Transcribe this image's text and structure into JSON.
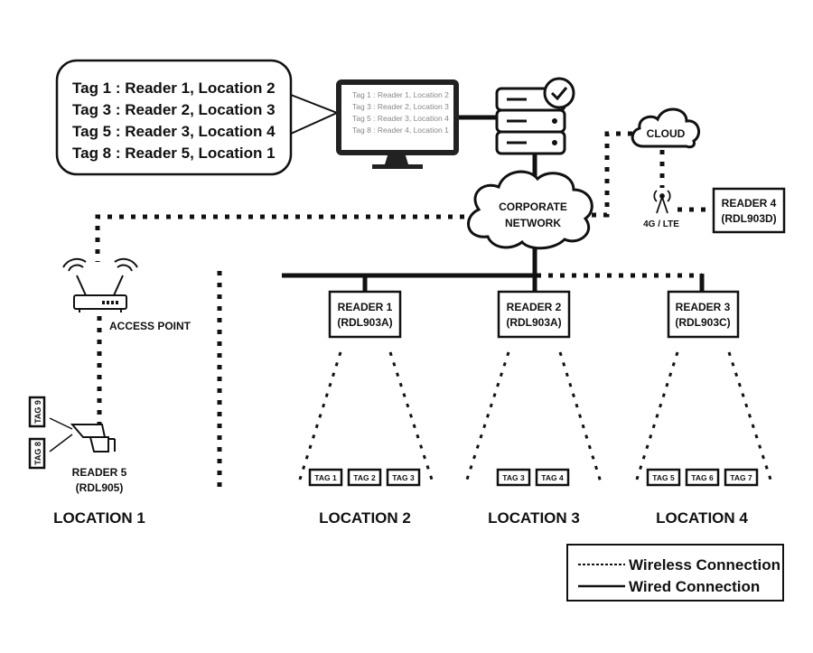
{
  "callout": {
    "lines": [
      "Tag 1 : Reader 1, Location 2",
      "Tag 3 : Reader 2, Location 3",
      "Tag 5 : Reader 3, Location 4",
      "Tag 8 : Reader 5, Location 1"
    ]
  },
  "monitor": {
    "lines": [
      "Tag 1 : Reader 1, Location 2",
      "Tag 3 : Reader 2, Location 3",
      "Tag 5 : Reader 3, Location 4",
      "Tag 8 : Reader 4, Location 1"
    ]
  },
  "corporate_network": {
    "line1": "CORPORATE",
    "line2": "NETWORK"
  },
  "cloud": {
    "label": "CLOUD"
  },
  "cellular": {
    "label": "4G / LTE"
  },
  "access_point": {
    "label": "ACCESS POINT"
  },
  "readers": [
    {
      "name": "READER 1",
      "model": "(RDL903A)"
    },
    {
      "name": "READER 2",
      "model": "(RDL903A)"
    },
    {
      "name": "READER 3",
      "model": "(RDL903C)"
    },
    {
      "name": "READER 4",
      "model": "(RDL903D)"
    },
    {
      "name": "READER 5",
      "model": "(RDL905)"
    }
  ],
  "tags": {
    "location1": [
      "TAG 9",
      "TAG 8"
    ],
    "location2": [
      "TAG 1",
      "TAG 2",
      "TAG 3"
    ],
    "location3": [
      "TAG 3",
      "TAG 4"
    ],
    "location4": [
      "TAG 5",
      "TAG 6",
      "TAG 7"
    ]
  },
  "locations": [
    "LOCATION 1",
    "LOCATION 2",
    "LOCATION 3",
    "LOCATION 4"
  ],
  "legend": {
    "wireless": "Wireless Connection",
    "wired": "Wired Connection"
  }
}
